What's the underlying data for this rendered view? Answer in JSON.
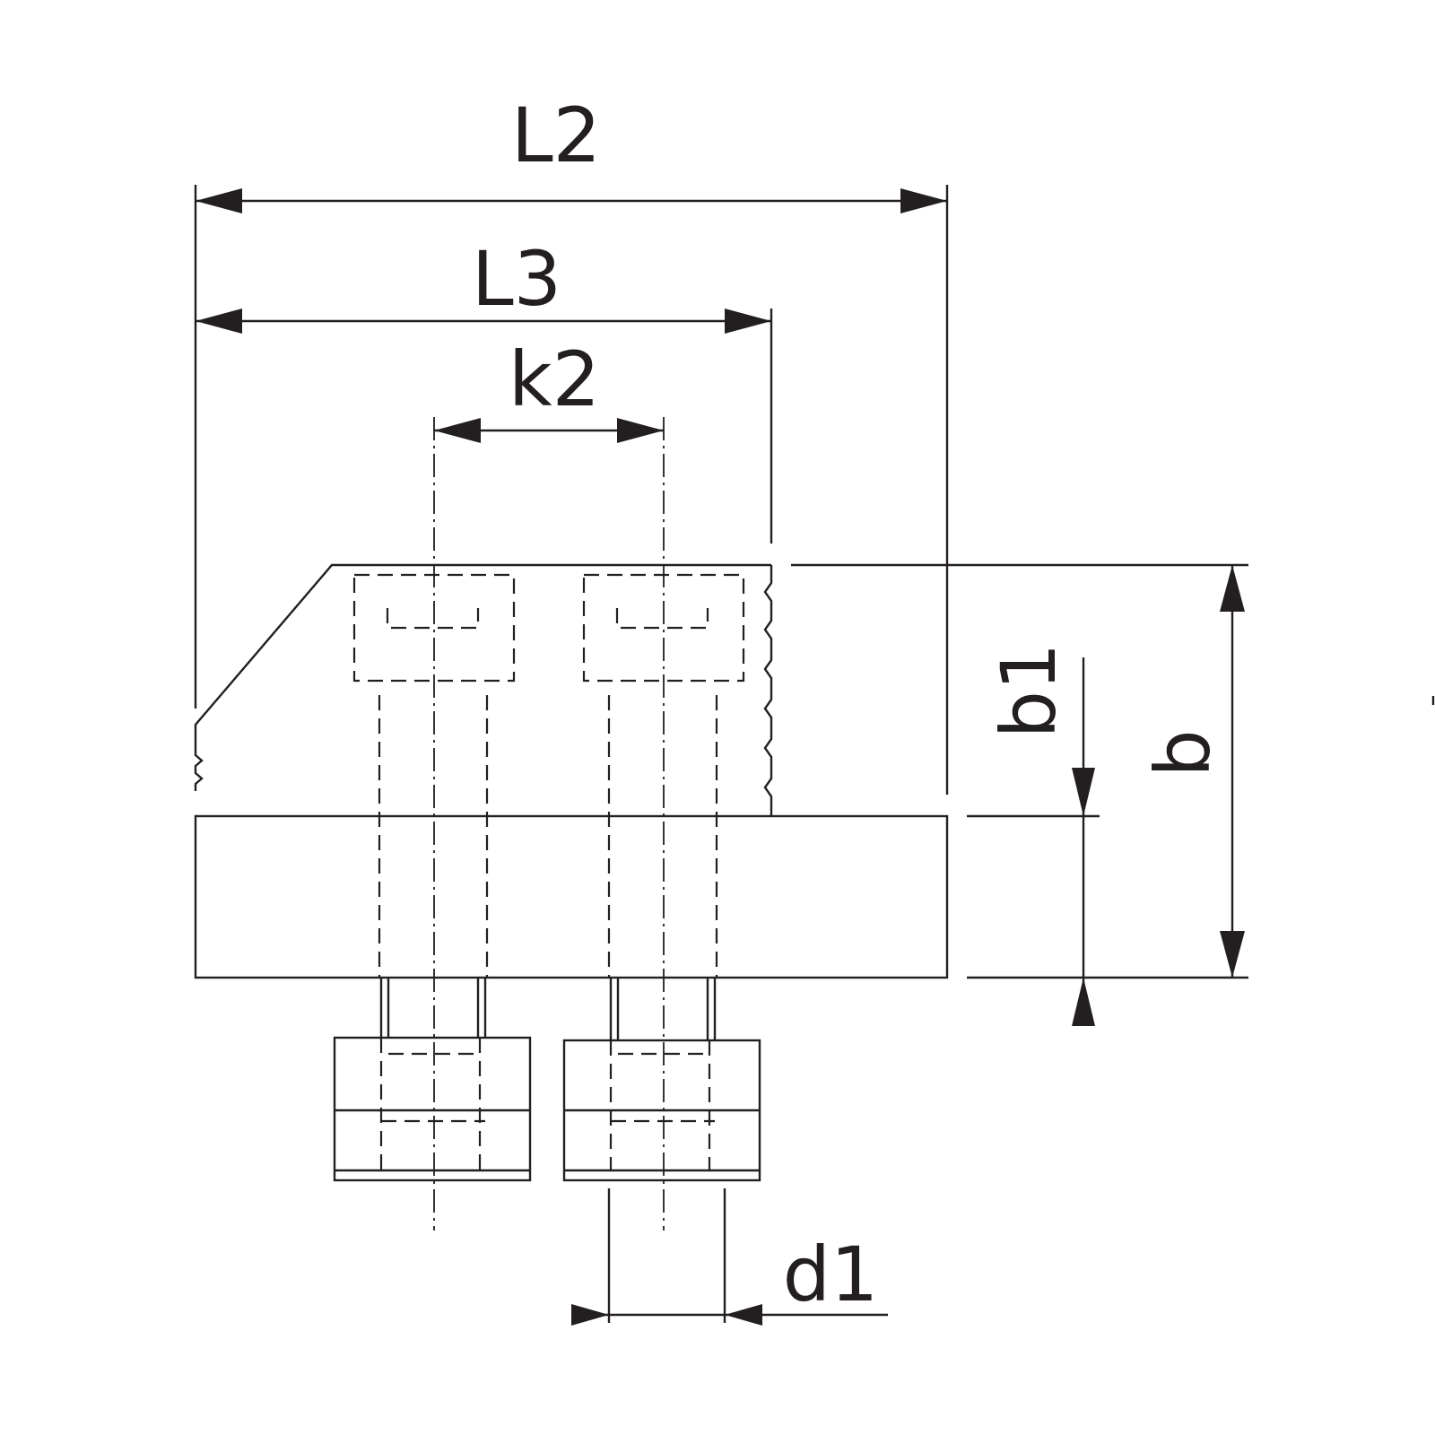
{
  "drawing": {
    "colors": {
      "line": "#231f20",
      "background": "#ffffff"
    },
    "dimensions": {
      "L2": "L2",
      "L3": "L3",
      "k2": "k2",
      "b1": "b1",
      "b": "b",
      "d1": "d1"
    }
  }
}
